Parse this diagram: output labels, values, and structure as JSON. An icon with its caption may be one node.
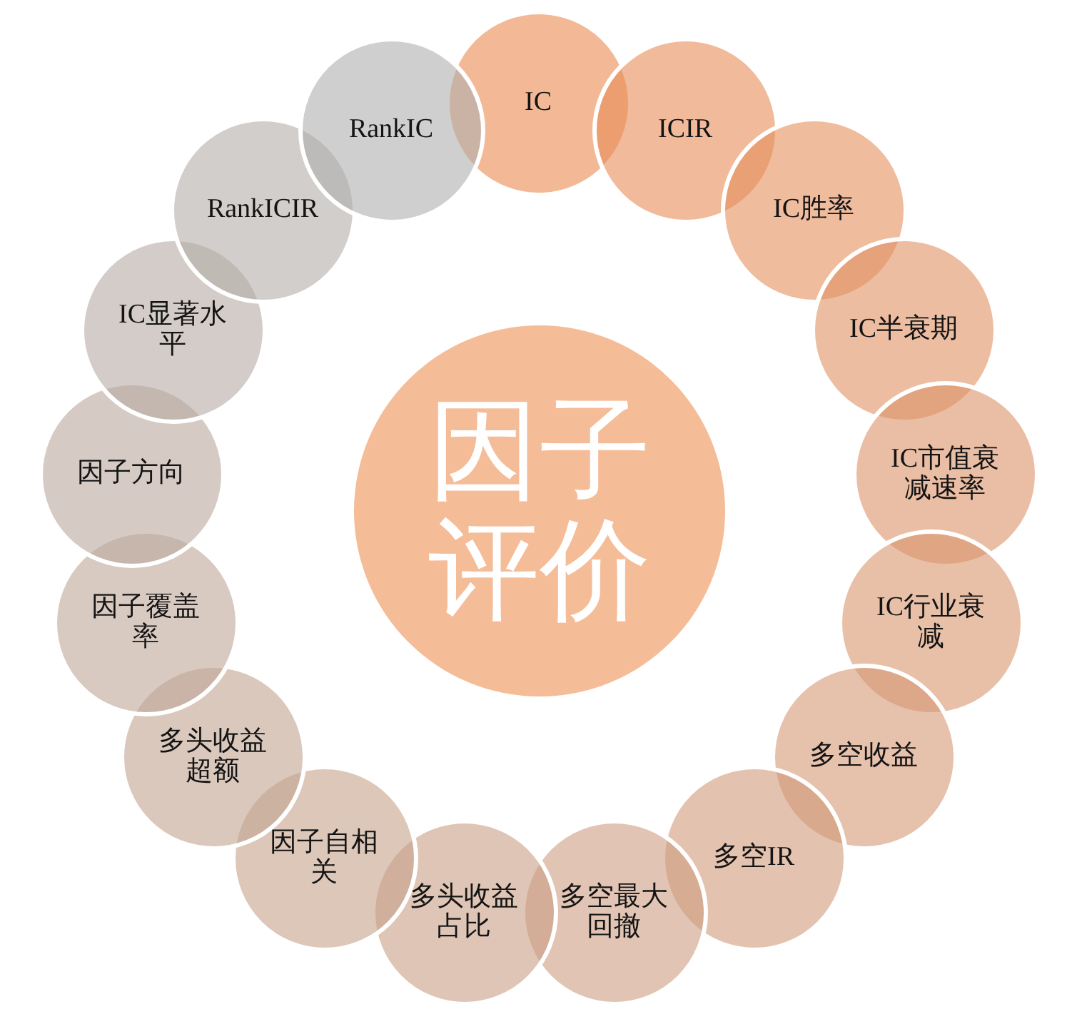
{
  "diagram": {
    "nodes": [
      {
        "text": [
          "因子评价"
        ]
      },
      {
        "text": [
          "IC"
        ]
      },
      {
        "text": [
          "ICIR"
        ]
      },
      {
        "text": [
          "IC胜率"
        ]
      },
      {
        "text": [
          "IC半衰期"
        ]
      },
      {
        "text": [
          "IC市值衰减速率"
        ]
      },
      {
        "text": [
          "IC行业衰减"
        ]
      },
      {
        "text": [
          "多空收益"
        ]
      },
      {
        "text": [
          "多空IR"
        ]
      },
      {
        "text": [
          "多空最大回撤"
        ]
      },
      {
        "text": [
          "多头收益占比"
        ]
      },
      {
        "text": [
          "因子自相关"
        ]
      },
      {
        "text": [
          "多头收益超额"
        ]
      },
      {
        "text": [
          "因子覆盖率"
        ]
      },
      {
        "text": [
          "因子方向"
        ]
      },
      {
        "text": [
          "IC显著水平"
        ]
      },
      {
        "text": [
          "RankICIR"
        ]
      },
      {
        "text": [
          "RankIC"
        ]
      }
    ]
  }
}
